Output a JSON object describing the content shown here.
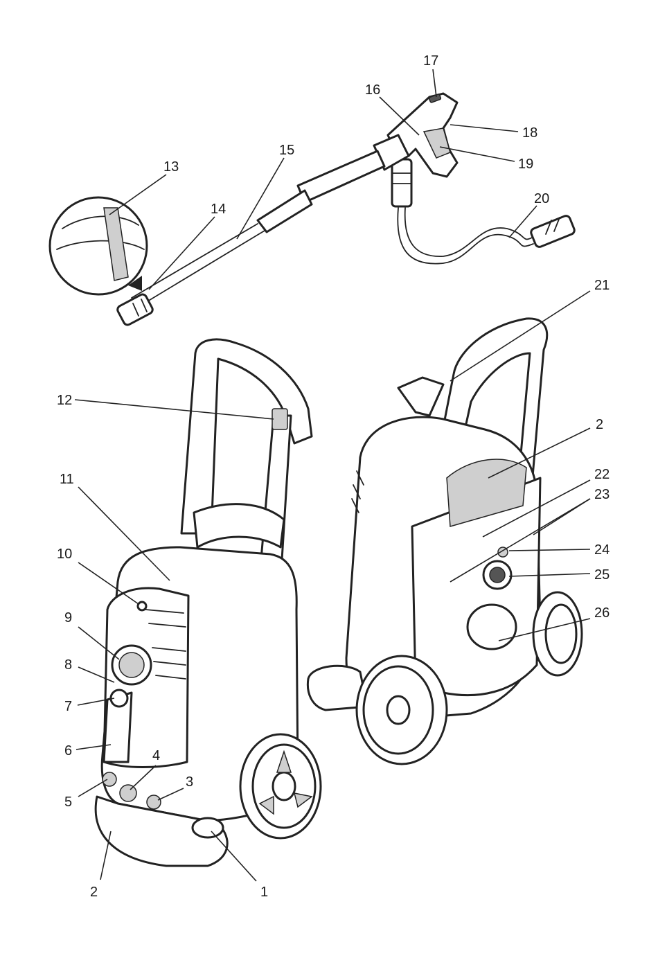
{
  "labels": {
    "n1": "1",
    "n2": "2",
    "n2b": "2",
    "n3": "3",
    "n4": "4",
    "n5": "5",
    "n6": "6",
    "n7": "7",
    "n8": "8",
    "n9": "9",
    "n10": "10",
    "n11": "11",
    "n12": "12",
    "n13": "13",
    "n14": "14",
    "n15": "15",
    "n16": "16",
    "n17": "17",
    "n18": "18",
    "n19": "19",
    "n20": "20",
    "n21": "21",
    "n22": "22",
    "n23": "23",
    "n24": "24",
    "n25": "25",
    "n26": "26"
  }
}
